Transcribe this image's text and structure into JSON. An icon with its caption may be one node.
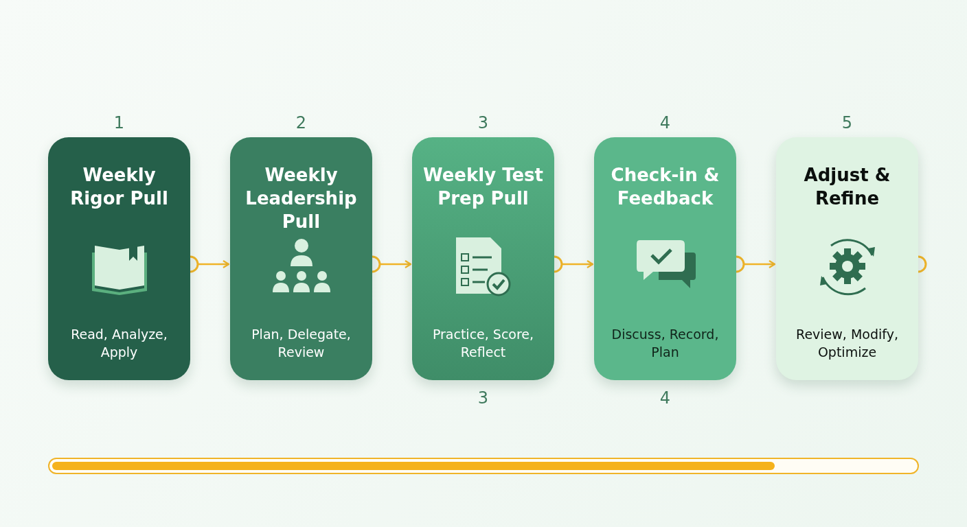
{
  "diagram": {
    "nodes": [
      {
        "text": [
          "Weekly Rigor Pull",
          "Read, Analyze, Apply"
        ],
        "beside": [
          "1"
        ]
      },
      {
        "text": [
          "Weekly Leadership Pull",
          "Plan, Delegate, Review"
        ],
        "beside": [
          "2"
        ]
      },
      {
        "text": [
          "Weekly Test Prep Pull",
          "Practice, Score, Reflect"
        ],
        "beside": [
          "3",
          "3"
        ]
      },
      {
        "text": [
          "Check-in & Feedback",
          "Discuss, Record, Plan"
        ],
        "beside": [
          "4",
          "4"
        ]
      },
      {
        "text": [
          "Adjust & Refine",
          "Review, Modify, Optimize"
        ],
        "beside": [
          "5"
        ]
      }
    ],
    "edges": [
      {
        "from": 0,
        "to": 1,
        "arrow": "to"
      },
      {
        "from": 1,
        "to": 2,
        "arrow": "to"
      },
      {
        "from": 2,
        "to": 3,
        "arrow": "to"
      },
      {
        "from": 3,
        "to": 4,
        "arrow": "to"
      }
    ]
  }
}
